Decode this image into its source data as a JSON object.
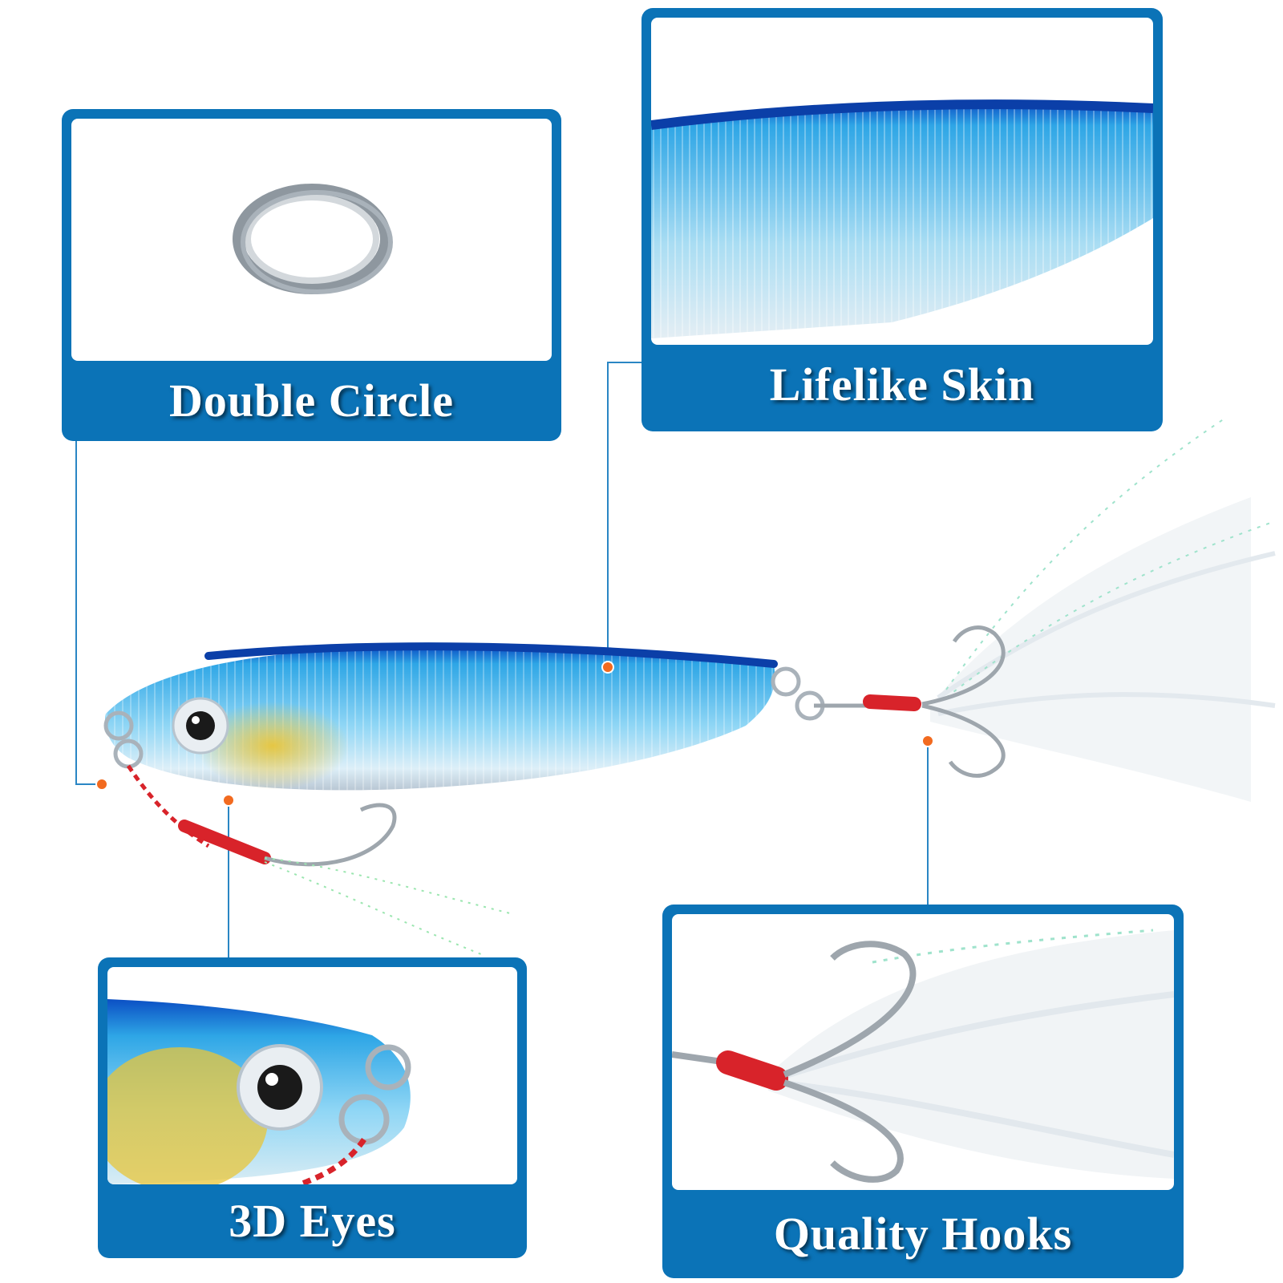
{
  "labels": {
    "double_circle": "Double Circle",
    "lifelike_skin": "Lifelike Skin",
    "eyes_3d": "3D Eyes",
    "quality_hooks": "Quality Hooks"
  },
  "colors": {
    "panel": "#0B73B7",
    "leader_line": "#2A86C4",
    "dot": "#F26A1F",
    "lure_blue": "#2EA6E6",
    "lure_back": "#0B4FC4",
    "lure_yellow": "#E8C53A",
    "thread": "#D8232A"
  }
}
